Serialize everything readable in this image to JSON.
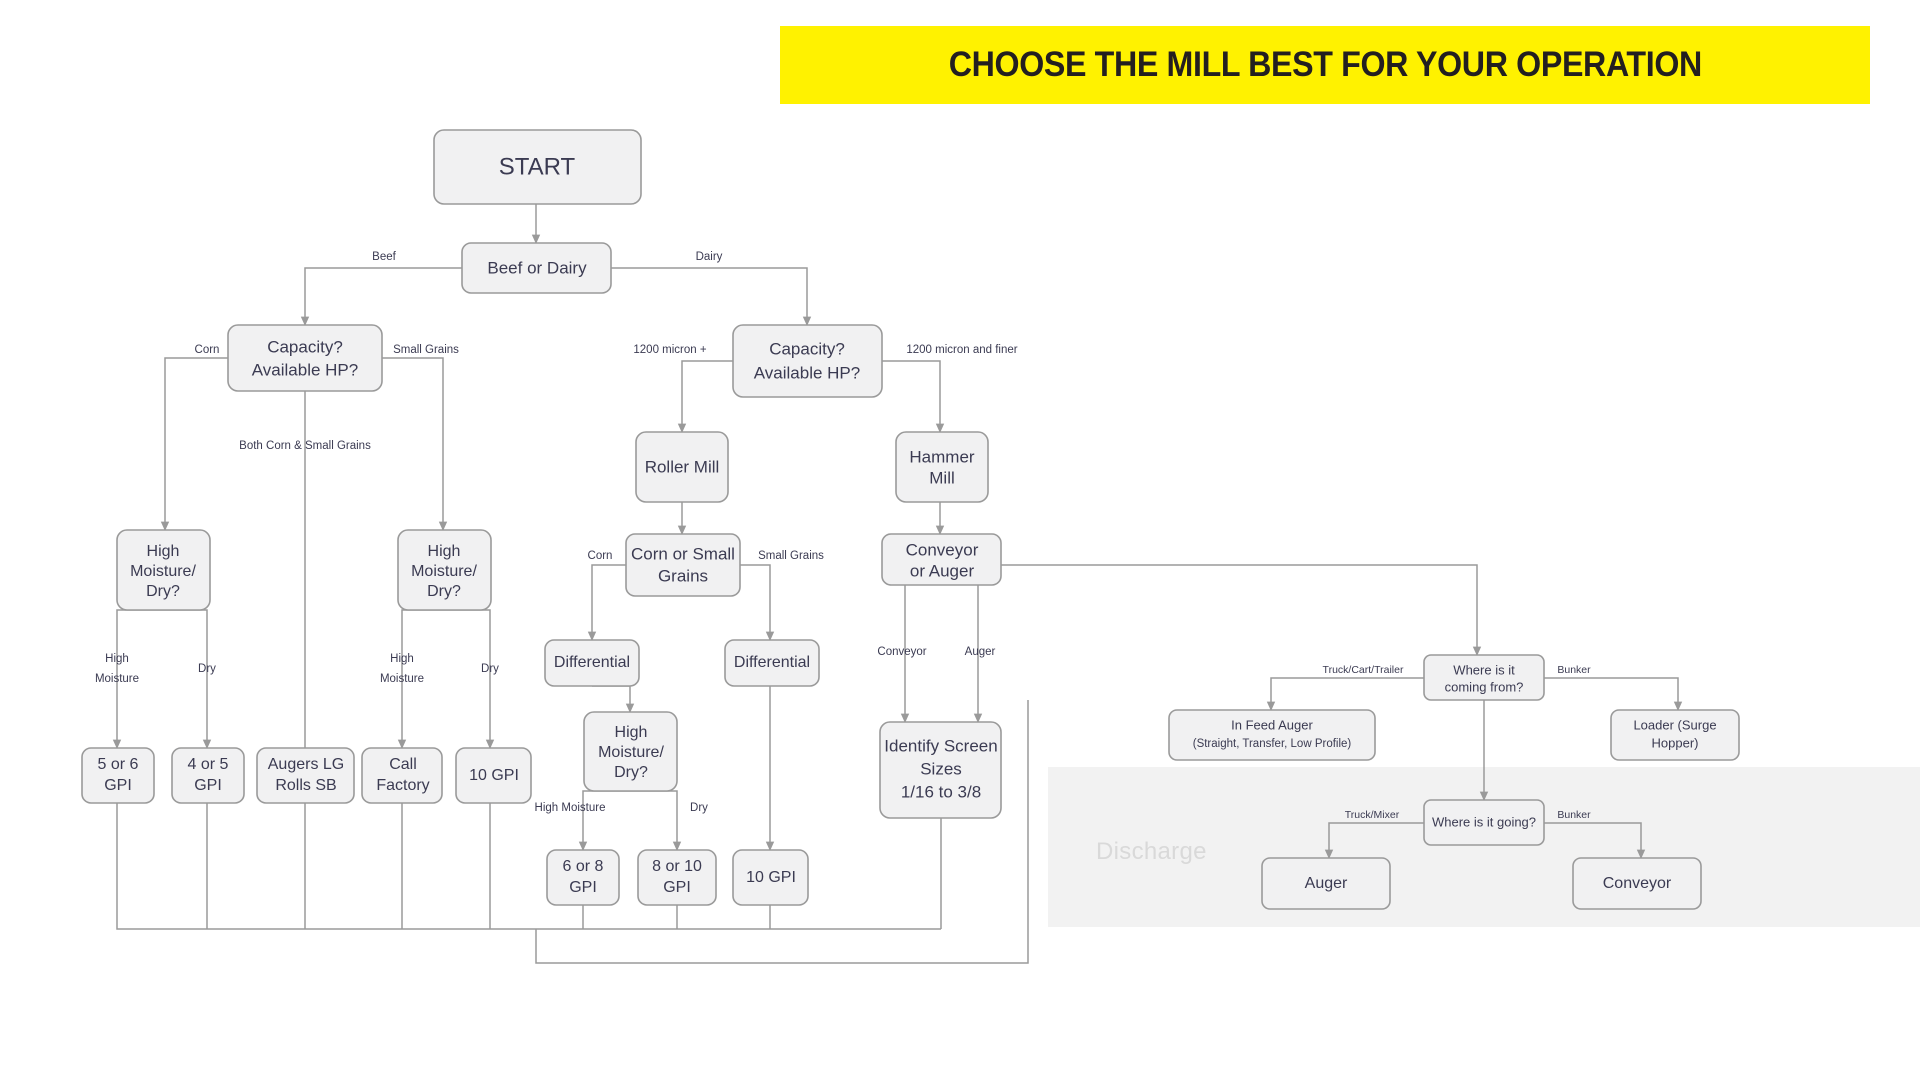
{
  "banner": {
    "title": "CHOOSE THE MILL BEST FOR YOUR OPERATION",
    "background_color": "#FFF200",
    "text_color": "#231f20"
  },
  "discharge_panel": {
    "label": "Discharge",
    "background_color": "#f2f2f2",
    "label_color": "#d9d9d9"
  },
  "style": {
    "node_fill": "#f1f1f2",
    "node_stroke": "#9a9a9a",
    "text_color": "#3b3b52"
  },
  "nodes": {
    "start": "START",
    "beef_or_dairy": "Beef or Dairy",
    "beef_capacity_l1": "Capacity?",
    "beef_capacity_l2": "Available HP?",
    "dairy_capacity_l1": "Capacity?",
    "dairy_capacity_l2": "Available HP?",
    "beef_hm_dry_left_l1": "High",
    "beef_hm_dry_left_l2": "Moisture/",
    "beef_hm_dry_left_l3": "Dry?",
    "beef_hm_dry_right_l1": "High",
    "beef_hm_dry_right_l2": "Moisture/",
    "beef_hm_dry_right_l3": "Dry?",
    "roller_mill": "Roller Mill",
    "hammer_mill_l1": "Hammer",
    "hammer_mill_l2": "Mill",
    "corn_or_small_grains_l1": "Corn or Small",
    "corn_or_small_grains_l2": "Grains",
    "conveyor_or_auger_l1": "Conveyor",
    "conveyor_or_auger_l2": "or Auger",
    "differential_left": "Differential",
    "differential_right": "Differential",
    "mid_hm_dry_l1": "High",
    "mid_hm_dry_l2": "Moisture/",
    "mid_hm_dry_l3": "Dry?",
    "identify_screen_l1": "Identify Screen",
    "identify_screen_l2": "Sizes",
    "identify_screen_l3": "1/16 to 3/8",
    "res_5_or_6_gpi_l1": "5 or 6",
    "res_5_or_6_gpi_l2": "GPI",
    "res_4_or_5_gpi_l1": "4 or 5",
    "res_4_or_5_gpi_l2": "GPI",
    "res_augers_lg_l1": "Augers LG",
    "res_augers_lg_l2": "Rolls SB",
    "res_call_factory_l1": "Call",
    "res_call_factory_l2": "Factory",
    "res_10_gpi_a": "10 GPI",
    "res_6_or_8_gpi_l1": "6 or 8",
    "res_6_or_8_gpi_l2": "GPI",
    "res_8_or_10_gpi_l1": "8 or 10",
    "res_8_or_10_gpi_l2": "GPI",
    "res_10_gpi_b": "10 GPI",
    "where_coming_from_l1": "Where is it",
    "where_coming_from_l2": "coming from?",
    "in_feed_auger_l1": "In Feed Auger",
    "in_feed_auger_l2": "(Straight, Transfer, Low Profile)",
    "loader_surge_l1": "Loader (Surge",
    "loader_surge_l2": "Hopper)",
    "where_going_l1": "Where is it",
    "where_going_l2": "going?",
    "auger_out": "Auger",
    "conveyor_out": "Conveyor"
  },
  "edge_labels": {
    "beef": "Beef",
    "dairy": "Dairy",
    "corn_beef": "Corn",
    "small_grains_beef": "Small Grains",
    "both_corn_small_grains": "Both Corn & Small Grains",
    "micron_plus": "1200 micron +",
    "micron_finer": "1200 micron and finer",
    "high_moisture_l1": "High",
    "high_moisture_l2": "Moisture",
    "dry_left": "Dry",
    "high_moisture2_l1": "High",
    "high_moisture2_l2": "Moisture",
    "dry_right": "Dry",
    "corn_mid": "Corn",
    "small_grains_mid": "Small Grains",
    "high_moisture_mid": "High Moisture",
    "dry_mid": "Dry",
    "conveyor": "Conveyor",
    "auger": "Auger",
    "truck_cart_trailer": "Truck/Cart/Trailer",
    "bunker_in": "Bunker",
    "truck_mixer": "Truck/Mixer",
    "bunker_out": "Bunker"
  },
  "chart_data": {
    "type": "table",
    "title": "CHOOSE THE MILL BEST FOR YOUR OPERATION",
    "description": "Decision flowchart for selecting a feed mill configuration",
    "decision_paths": [
      {
        "from": "START",
        "to": "Beef or Dairy",
        "label": ""
      },
      {
        "from": "Beef or Dairy",
        "to": "Capacity? Available HP? (beef)",
        "label": "Beef"
      },
      {
        "from": "Beef or Dairy",
        "to": "Capacity? Available HP? (dairy)",
        "label": "Dairy"
      },
      {
        "from": "Capacity? Available HP? (beef)",
        "to": "High Moisture/ Dry? (corn)",
        "label": "Corn"
      },
      {
        "from": "Capacity? Available HP? (beef)",
        "to": "High Moisture/ Dry? (small grains)",
        "label": "Small Grains"
      },
      {
        "from": "Capacity? Available HP? (beef)",
        "to": "Augers LG Rolls SB",
        "label": "Both Corn & Small Grains"
      },
      {
        "from": "High Moisture/ Dry? (corn)",
        "to": "5 or 6 GPI",
        "label": "High Moisture"
      },
      {
        "from": "High Moisture/ Dry? (corn)",
        "to": "4 or 5 GPI",
        "label": "Dry"
      },
      {
        "from": "High Moisture/ Dry? (small grains)",
        "to": "Call Factory",
        "label": "High Moisture"
      },
      {
        "from": "High Moisture/ Dry? (small grains)",
        "to": "10 GPI",
        "label": "Dry"
      },
      {
        "from": "Capacity? Available HP? (dairy)",
        "to": "Roller Mill",
        "label": "1200 micron +"
      },
      {
        "from": "Capacity? Available HP? (dairy)",
        "to": "Hammer Mill",
        "label": "1200 micron and finer"
      },
      {
        "from": "Roller Mill",
        "to": "Corn or Small Grains",
        "label": ""
      },
      {
        "from": "Corn or Small Grains",
        "to": "Differential (corn)",
        "label": "Corn"
      },
      {
        "from": "Corn or Small Grains",
        "to": "Differential (small grains)",
        "label": "Small Grains"
      },
      {
        "from": "Differential (corn)",
        "to": "High Moisture/ Dry?",
        "label": ""
      },
      {
        "from": "High Moisture/ Dry?",
        "to": "6 or 8 GPI",
        "label": "High Moisture"
      },
      {
        "from": "High Moisture/ Dry?",
        "to": "8 or 10 GPI",
        "label": "Dry"
      },
      {
        "from": "Differential (small grains)",
        "to": "10 GPI",
        "label": ""
      },
      {
        "from": "Hammer Mill",
        "to": "Conveyor or Auger",
        "label": ""
      },
      {
        "from": "Conveyor or Auger",
        "to": "Identify Screen Sizes 1/16 to 3/8",
        "label": "Conveyor"
      },
      {
        "from": "Conveyor or Auger",
        "to": "Identify Screen Sizes 1/16 to 3/8",
        "label": "Auger"
      },
      {
        "from": "Where is it coming from?",
        "to": "In Feed Auger (Straight, Transfer, Low Profile)",
        "label": "Truck/Cart/Trailer"
      },
      {
        "from": "Where is it coming from?",
        "to": "Loader (Surge Hopper)",
        "label": "Bunker"
      },
      {
        "from": "Where is it coming from?",
        "to": "Where is it going?",
        "label": ""
      },
      {
        "from": "Where is it going?",
        "to": "Auger",
        "label": "Truck/Mixer"
      },
      {
        "from": "Where is it going?",
        "to": "Conveyor",
        "label": "Bunker"
      }
    ]
  }
}
